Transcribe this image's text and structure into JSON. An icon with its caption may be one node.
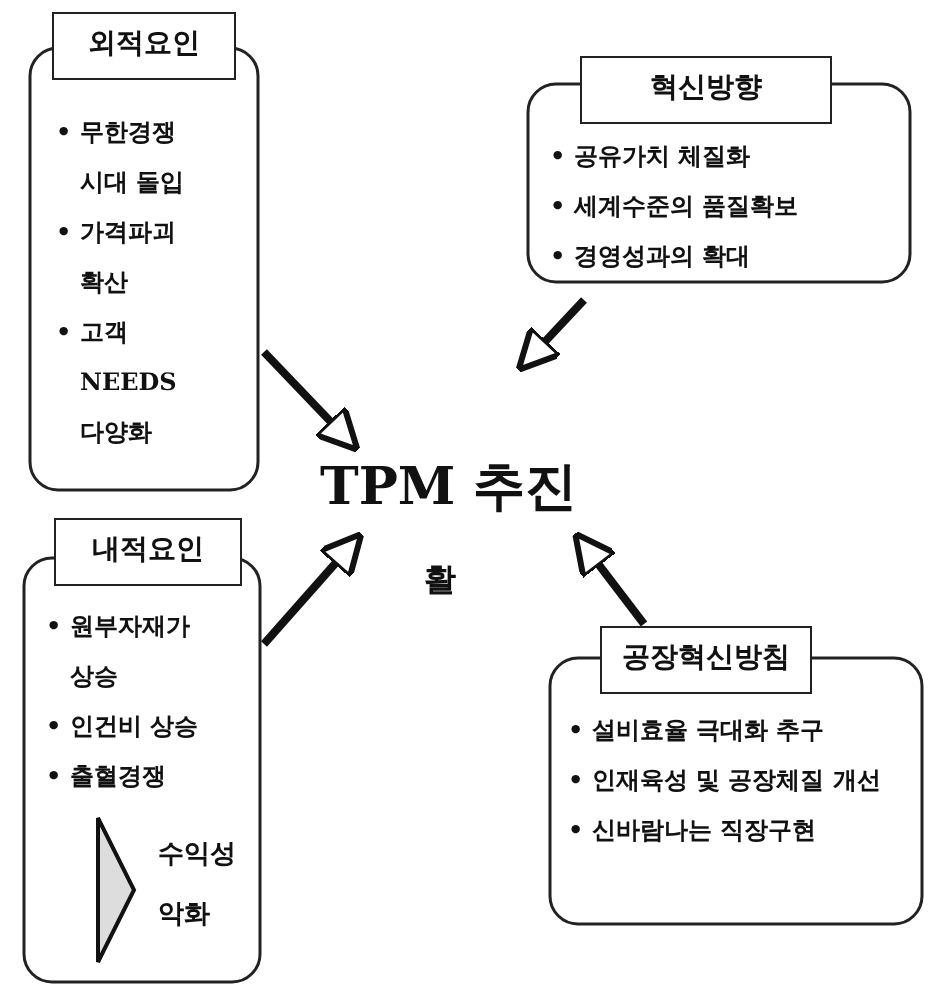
{
  "diagram": {
    "nodes": [
      {
        "text": [
          "외적요인",
          "• 무한경쟁 시대 돌입",
          "• 가격파괴 확산",
          "• 고객 NEEDS 다양화"
        ]
      },
      {
        "text": [
          "혁신방향",
          "• 공유가치 체질화",
          "• 세계수준의 품질확보",
          "• 경영성과의 확대"
        ]
      },
      {
        "text": [
          "TPM 추진"
        ]
      },
      {
        "text": [
          "내적요인",
          "• 원부자재가 상승",
          "• 인건비 상승",
          "• 출혈경쟁"
        ]
      },
      {
        "text": [],
        "shape": "triangle",
        "in": 3,
        "beside": [
          "수익성 악화"
        ]
      },
      {
        "text": [
          "공장혁신방침",
          "• 설비효율 극대화 추구",
          "• 인재육성 및 공장체질 개선",
          "• 신바람나는 직장구현"
        ]
      }
    ],
    "edges": [
      {
        "from": 0,
        "to": 2,
        "arrow": "to"
      },
      {
        "from": 1,
        "to": 2,
        "arrow": "to"
      },
      {
        "from": 3,
        "to": 2,
        "arrow": "to"
      },
      {
        "from": 5,
        "to": 2,
        "arrow": "to"
      }
    ],
    "labels": [
      "활"
    ]
  }
}
